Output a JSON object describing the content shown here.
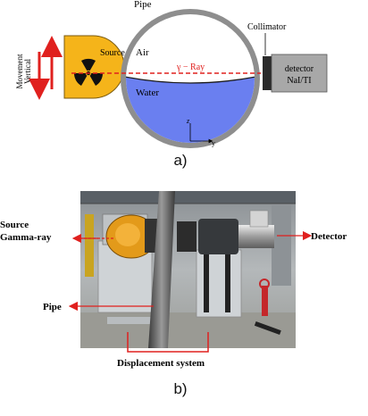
{
  "panel_a": {
    "caption": "a)",
    "movement_label_1": "Vertical",
    "movement_label_2": "Movement",
    "source_label": "Source",
    "pipe_label": "Pipe",
    "air_label": "Air",
    "ray_label": "γ − Ray",
    "water_label": "Water",
    "collimator_label": "Collimator",
    "detector_label_1": "detector",
    "detector_label_2": "NaI/TI",
    "axis_z": "z",
    "axis_y": "y",
    "colors": {
      "source": "#f5b41a",
      "water": "#6a7ff0",
      "pipe_wall": "#8e8e8e",
      "ray": "#e0201e",
      "detector": "#a8a8a8",
      "collimator": "#2b2b2b"
    }
  },
  "panel_b": {
    "caption": "b)",
    "source_label_1": "Source",
    "source_label_2": "Gamma-ray",
    "detector_label": "Detector",
    "pipe_label": "Pipe",
    "displacement_label": "Displacement system"
  }
}
